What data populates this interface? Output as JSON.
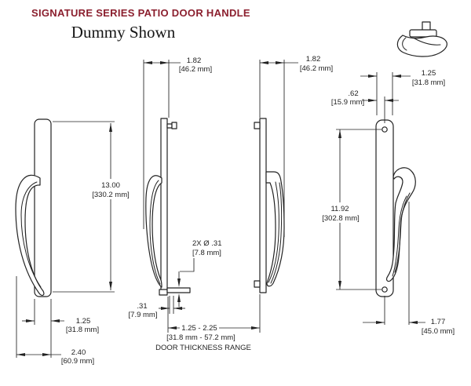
{
  "header": {
    "title": "SIGNATURE SERIES PATIO DOOR HANDLE",
    "subtitle": "Dummy Shown"
  },
  "colors": {
    "title": "#8b1f2e",
    "ink": "#222222",
    "background": "#ffffff"
  },
  "icons": {
    "thumb_latch": "handle-end-view-icon"
  },
  "dimensions": {
    "overall_height": {
      "value": "13.00",
      "metric": "[330.2 mm]"
    },
    "base_depth": {
      "value": "1.25",
      "metric": "[31.8 mm]"
    },
    "overall_depth": {
      "value": "2.40",
      "metric": "[60.9 mm]"
    },
    "inner_width": {
      "value": "1.82",
      "metric": "[46.2 mm]"
    },
    "outer_width": {
      "value": "1.82",
      "metric": "[46.2 mm]"
    },
    "post_step": {
      "value": ".31",
      "metric": "[7.9 mm]"
    },
    "post_diameter": {
      "value": "2X Ø .31",
      "metric": "[7.8 mm]"
    },
    "door_thickness": {
      "value": "1.25 - 2.25",
      "metric": "[31.8 mm - 57.2 mm]",
      "note": "DOOR THICKNESS RANGE"
    },
    "plate_width": {
      "value": "1.25",
      "metric": "[31.8 mm]"
    },
    "hole_offset": {
      "value": ".62",
      "metric": "[15.9 mm]"
    },
    "hole_spacing": {
      "value": "11.92",
      "metric": "[302.8 mm]"
    },
    "handle_projection": {
      "value": "1.77",
      "metric": "[45.0 mm]"
    }
  }
}
